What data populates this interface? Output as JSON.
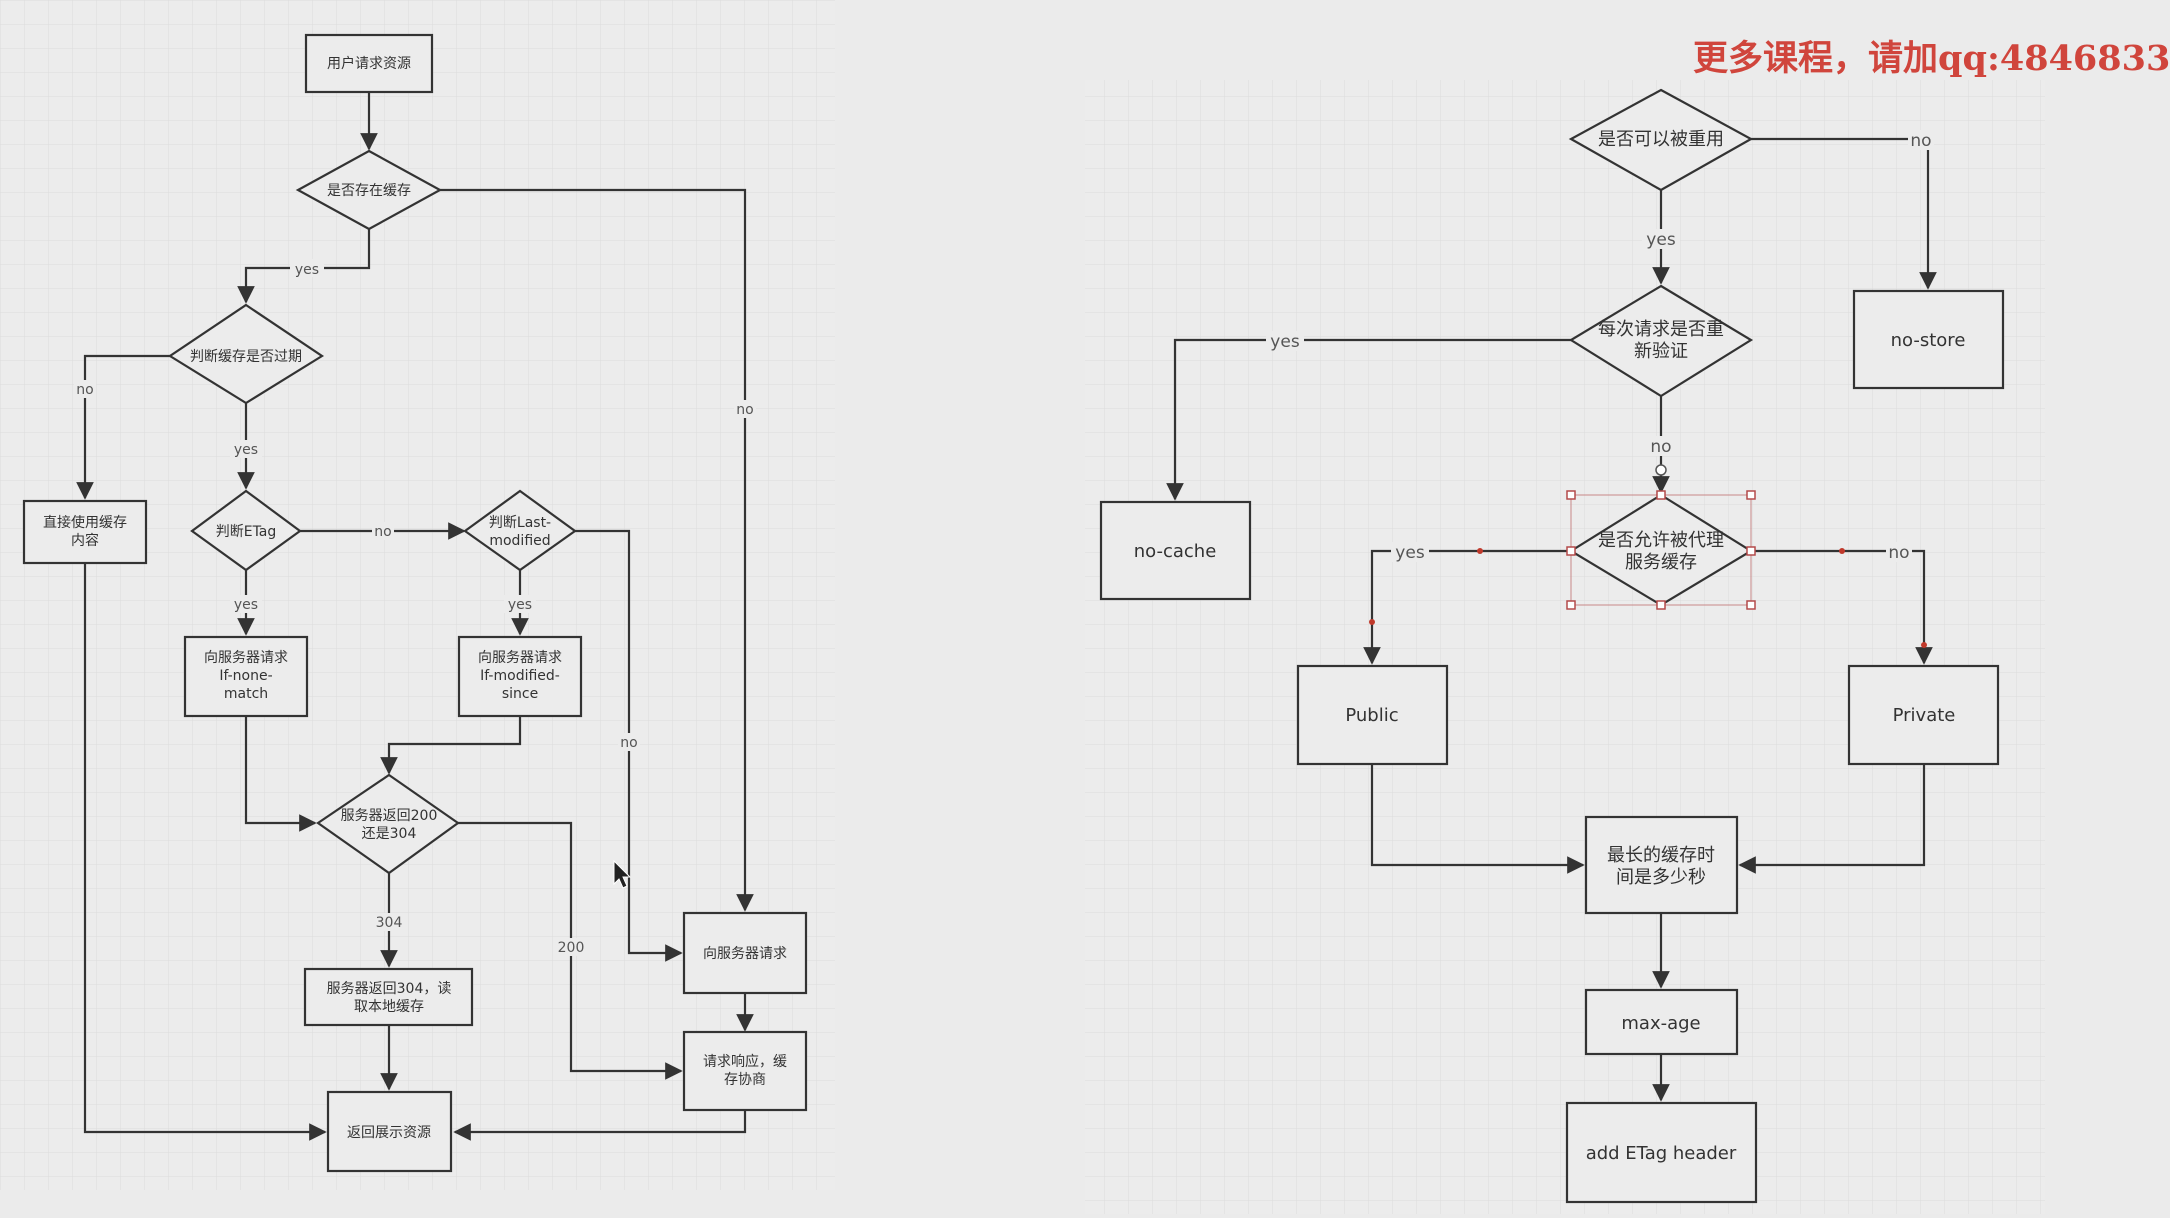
{
  "watermark": "更多课程，请加qq:4846833",
  "left_flow": {
    "nodes": {
      "start": "用户请求资源",
      "has_cache": "是否存在缓存",
      "expired": "判断缓存是否过期",
      "use_cache": [
        "直接使用缓存",
        "内容"
      ],
      "etag_check": "判断ETag",
      "last_modified_check": [
        "判断Last-",
        "modified"
      ],
      "req_if_none_match": [
        "向服务器请求",
        "If-none-",
        "match"
      ],
      "req_if_modified_since": [
        "向服务器请求",
        "If-modified-",
        "since"
      ],
      "server_200_304": [
        "服务器返回200",
        "还是304"
      ],
      "server_returns_304": [
        "服务器返回304，读",
        "取本地缓存"
      ],
      "return_resource": "返回展示资源",
      "request_server": "向服务器请求",
      "response_cache": [
        "请求响应，缓",
        "存协商"
      ]
    },
    "edge_labels": {
      "yes_1": "yes",
      "no_1": "no",
      "no_2": "no",
      "yes_2": "yes",
      "yes_3": "yes",
      "no_3": "no",
      "yes_4": "yes",
      "no_4": "no",
      "code_304": "304",
      "code_200": "200"
    }
  },
  "right_flow": {
    "nodes": {
      "reusable": "是否可以被重用",
      "revalidate": [
        "每次请求是否重",
        "新验证"
      ],
      "no_store": "no-store",
      "no_cache": "no-cache",
      "proxy_cache": [
        "是否允许被代理",
        "服务缓存"
      ],
      "public": "Public",
      "private": "Private",
      "max_cache_time": [
        "最长的缓存时",
        "间是多少秒"
      ],
      "max_age": "max-age",
      "add_etag": "add ETag header"
    },
    "edge_labels": {
      "no_1": "no",
      "yes_1": "yes",
      "yes_2": "yes",
      "no_2": "no",
      "yes_3": "yes",
      "no_3": "no"
    }
  }
}
